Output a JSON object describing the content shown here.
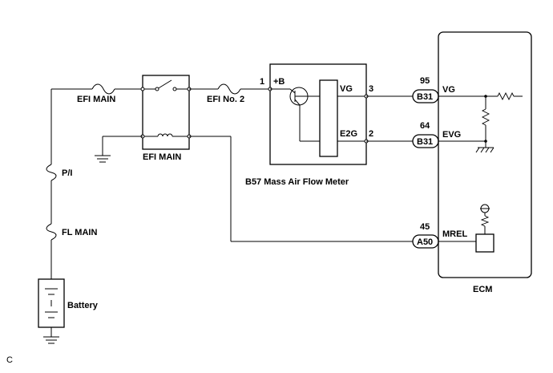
{
  "fuses": {
    "efi_main": "EFI MAIN",
    "efi_no2": "EFI No. 2",
    "pi": "P/I",
    "fl_main": "FL MAIN"
  },
  "relay": {
    "label": "EFI MAIN"
  },
  "battery": {
    "label": "Battery"
  },
  "mass_air_flow_meter": {
    "label": "B57 Mass Air Flow Meter",
    "pin1_num": "1",
    "pin1_name": "+B",
    "pin3_num": "3",
    "pin3_name": "VG",
    "pin2_num": "2",
    "pin2_name": "E2G"
  },
  "ecm": {
    "label": "ECM",
    "pins": [
      {
        "num": "95",
        "connector": "B31",
        "name": "VG"
      },
      {
        "num": "64",
        "connector": "B31",
        "name": "EVG"
      },
      {
        "num": "45",
        "connector": "A50",
        "name": "MREL"
      }
    ]
  },
  "figure_code": "C"
}
